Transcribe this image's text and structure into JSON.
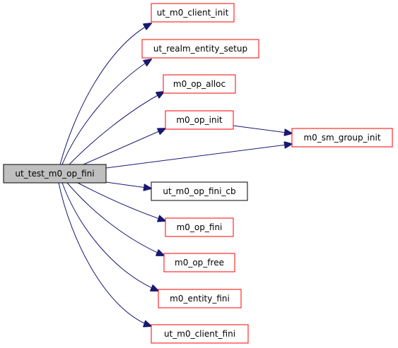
{
  "graph": {
    "root": {
      "id": "root",
      "label": "ut_test_m0_op_fini",
      "fill": "#bfbfbf",
      "stroke": "#000000"
    },
    "nodes": [
      {
        "id": "n1",
        "label": "ut_m0_client_init",
        "stroke": "#ff0000"
      },
      {
        "id": "n2",
        "label": "ut_realm_entity_setup",
        "stroke": "#ff0000"
      },
      {
        "id": "n3",
        "label": "m0_op_alloc",
        "stroke": "#ff0000"
      },
      {
        "id": "n4",
        "label": "m0_op_init",
        "stroke": "#ff0000"
      },
      {
        "id": "n5",
        "label": "m0_sm_group_init",
        "stroke": "#ff0000"
      },
      {
        "id": "n6",
        "label": "ut_m0_op_fini_cb",
        "stroke": "#000000"
      },
      {
        "id": "n7",
        "label": "m0_op_fini",
        "stroke": "#ff0000"
      },
      {
        "id": "n8",
        "label": "m0_op_free",
        "stroke": "#ff0000"
      },
      {
        "id": "n9",
        "label": "m0_entity_fini",
        "stroke": "#ff0000"
      },
      {
        "id": "n10",
        "label": "ut_m0_client_fini",
        "stroke": "#ff0000"
      }
    ],
    "edges": [
      {
        "from": "root",
        "to": "n1"
      },
      {
        "from": "root",
        "to": "n2"
      },
      {
        "from": "root",
        "to": "n3"
      },
      {
        "from": "root",
        "to": "n4"
      },
      {
        "from": "root",
        "to": "n5"
      },
      {
        "from": "n4",
        "to": "n5"
      },
      {
        "from": "root",
        "to": "n6"
      },
      {
        "from": "root",
        "to": "n7"
      },
      {
        "from": "root",
        "to": "n8"
      },
      {
        "from": "root",
        "to": "n9"
      },
      {
        "from": "root",
        "to": "n10"
      }
    ],
    "edge_color": "#191970"
  }
}
